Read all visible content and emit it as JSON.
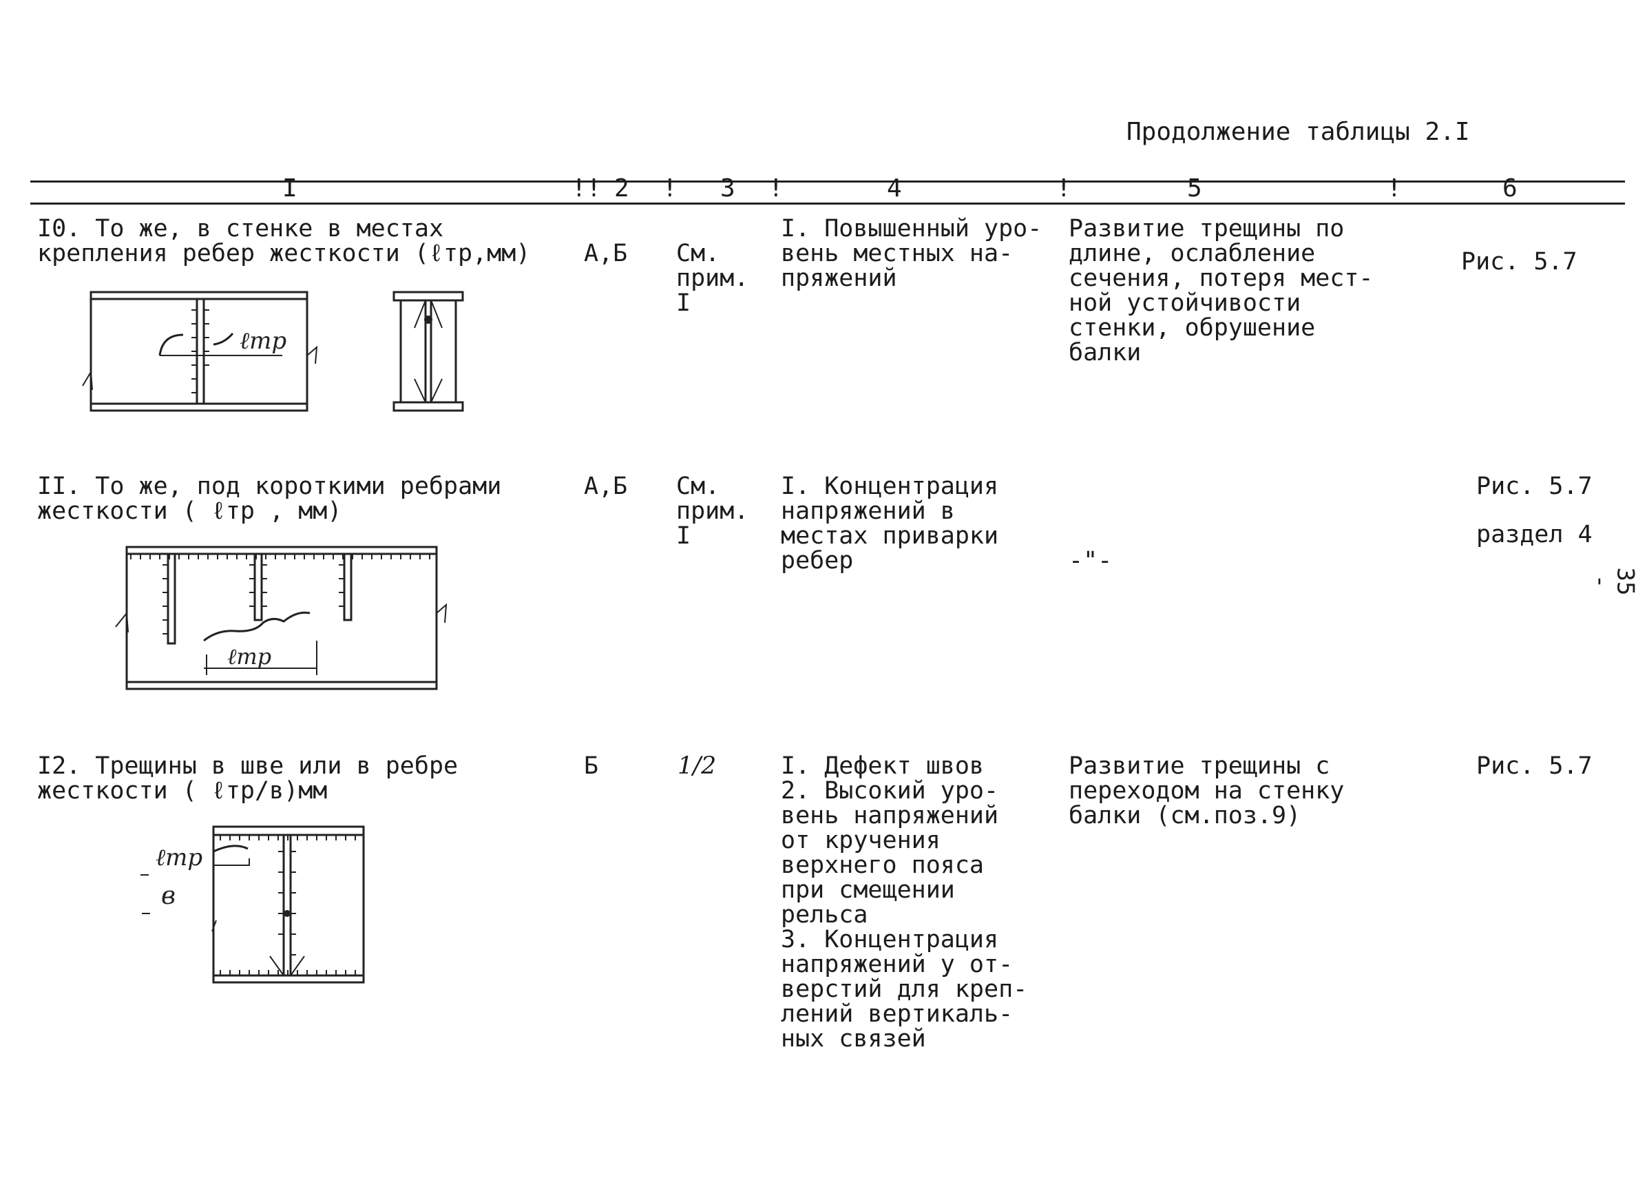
{
  "continuation": "Продолжение таблицы 2.I",
  "header": {
    "col1": "I",
    "sep1": "!!",
    "col2": "2",
    "sep2": "!",
    "col3": "3",
    "sep3": "!",
    "col4": "4",
    "sep4": "!",
    "col5": "5",
    "sep5": "!",
    "col6": "6"
  },
  "rows": [
    {
      "c1": "I0. То же, в стенке в местах\nкрепления ребер жесткости (ℓтр,мм)",
      "c2": "А,Б",
      "c3": "См.\nприм.\nI",
      "c4": "I. Повышенный уро-\nвень местных на-\nпряжений",
      "c5": "Развитие трещины по\nдлине, ослабление\nсечения, потеря мест-\nной устойчивости\nстенки, обрушение\nбалки",
      "c6": "Рис. 5.7",
      "sketch_label": "ℓтр"
    },
    {
      "c1": "II. То же, под короткими ребрами\nжесткости ( ℓтр , мм)",
      "c2": "А,Б",
      "c3": "См.\nприм.\nI",
      "c4": "I. Концентрация\nнапряжений в\nместах приварки\nребер",
      "c5": "-\"-",
      "c6a": "Рис. 5.7",
      "c6b": "раздел 4",
      "sketch_label": "ℓтр"
    },
    {
      "c1": "I2. Трещины в шве или в ребре\nжесткости ( ℓтр/в)мм",
      "c2": "Б",
      "c3": "1/2",
      "c4": "I. Дефект швов\n2. Высокий уро-\nвень напряжений\nот кручения\nверхнего пояса\nпри смещении\nрельса\n3. Концентрация\nнапряжений у от-\nверстий для креп-\nлений вертикаль-\nных связей",
      "c5": "Развитие трещины с\nпереходом на стенку\nбалки (см.поз.9)",
      "c6": "Рис. 5.7",
      "sketch_label_a": "ℓтр",
      "sketch_label_b": "в"
    }
  ],
  "page_number": "- 35 -"
}
